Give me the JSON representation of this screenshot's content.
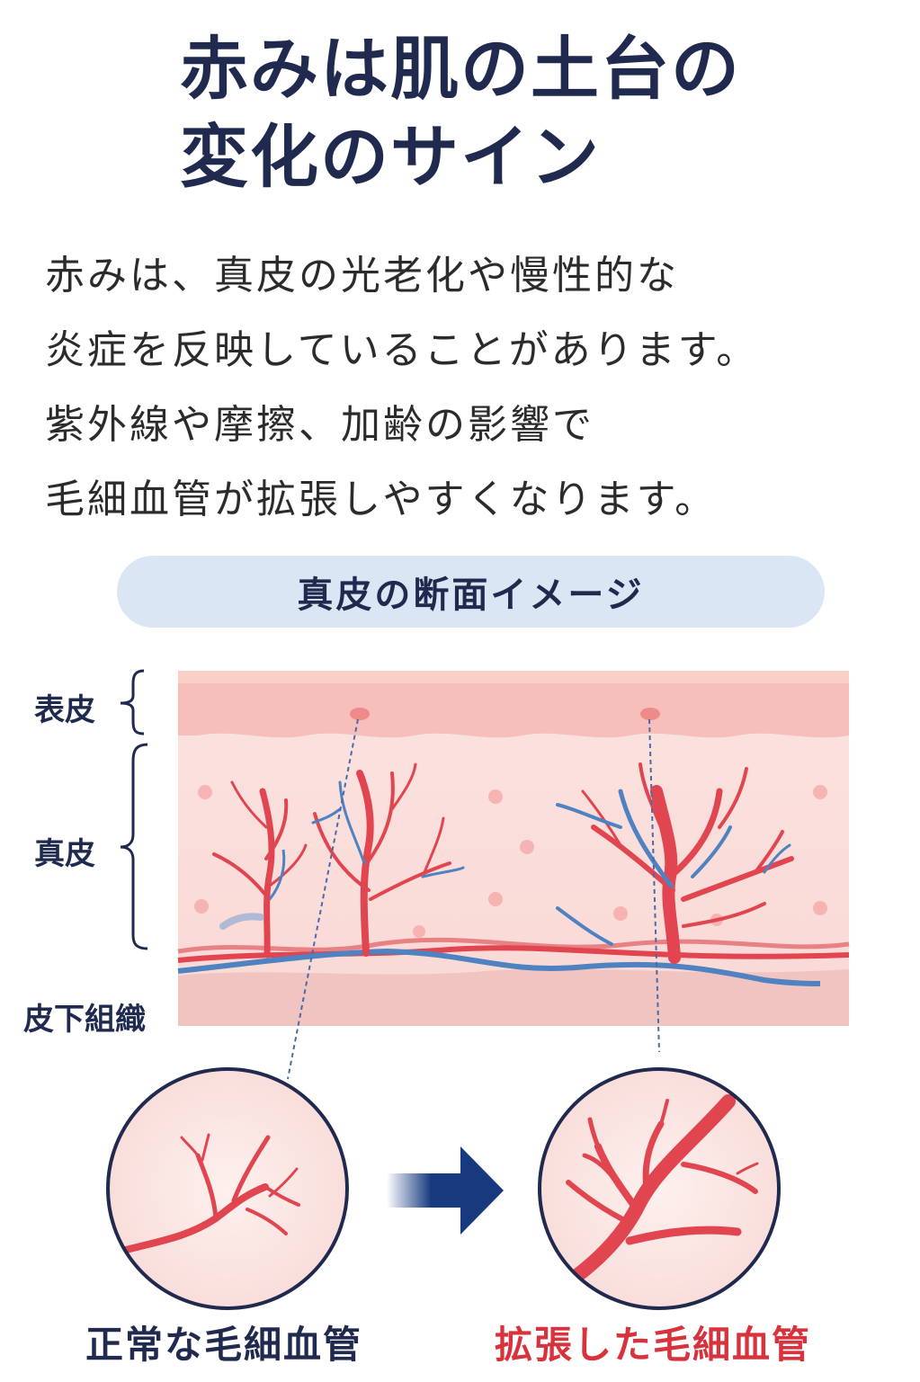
{
  "title": {
    "line1": "赤みは肌の土台の",
    "line2": "変化のサイン"
  },
  "body_text": [
    "赤みは、真皮の光老化や慢性的な",
    "炎症を反映していることがあります。",
    "紫外線や摩擦、加齢の影響で",
    "毛細血管が拡張しやすくなります。"
  ],
  "diagram": {
    "caption": "真皮の断面イメージ",
    "layers": {
      "epidermis": "表皮",
      "dermis": "真皮",
      "subcutaneous": "皮下組織"
    },
    "normal_label": "正常な毛細血管",
    "dilated_label": "拡張した毛細血管",
    "colors": {
      "navy": "#1f2a4e",
      "vessel_red": "#e04550",
      "vein_blue": "#4f82c0",
      "dilated_text": "#d8323c",
      "arrow": "#173a7e"
    },
    "icons": [
      "bracket-icon",
      "arrow-right-icon"
    ]
  }
}
